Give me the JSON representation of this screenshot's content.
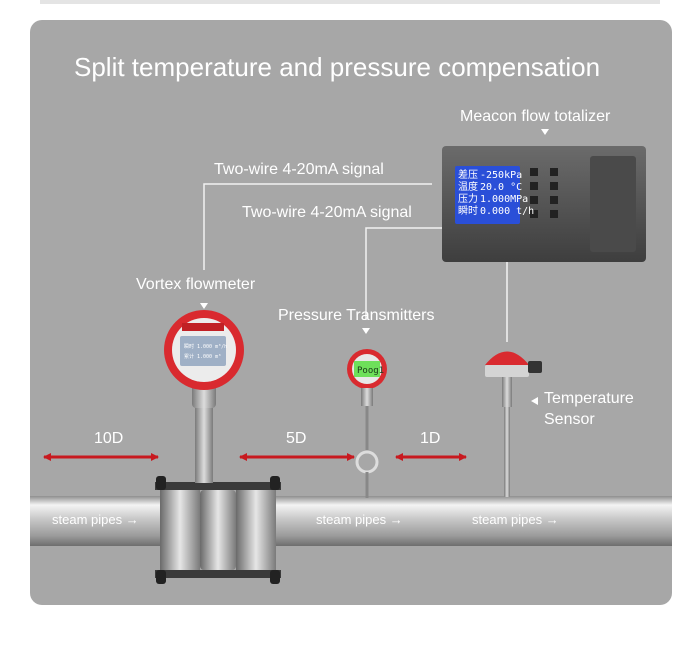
{
  "title": "Split temperature and pressure compensation",
  "labels": {
    "totalizer": "Meacon flow totalizer",
    "signal_1": "Two-wire 4-20mA signal",
    "signal_2": "Two-wire 4-20mA signal",
    "vortex": "Vortex flowmeter",
    "pressure": "Pressure Transmitters",
    "temperature_line1": "Temperature",
    "temperature_line2": "Sensor"
  },
  "distances": {
    "upstream": "10D",
    "middle": "5D",
    "downstream": "1D"
  },
  "pipe_labels": [
    "steam pipes →",
    "steam pipes →",
    "steam pipes →"
  ],
  "display": {
    "side_chars": [
      "差压",
      "温度",
      "压力",
      "瞬时"
    ],
    "rows": [
      "-250kPa",
      "20.0 °C",
      "1.000MPa",
      "0.000 t/h"
    ]
  },
  "vortex_display": {
    "rows": [
      "瞬时 1.000 m³/h",
      "累计 1.000 m³"
    ]
  },
  "pressure_display": {
    "value": "Poog1"
  },
  "colors": {
    "panel": "#a7a7a7",
    "arrow": "#c8191f",
    "device_red": "#d92a2f",
    "lcd_blue": "#2a4fd8",
    "lcd_green": "#6ee05a"
  }
}
